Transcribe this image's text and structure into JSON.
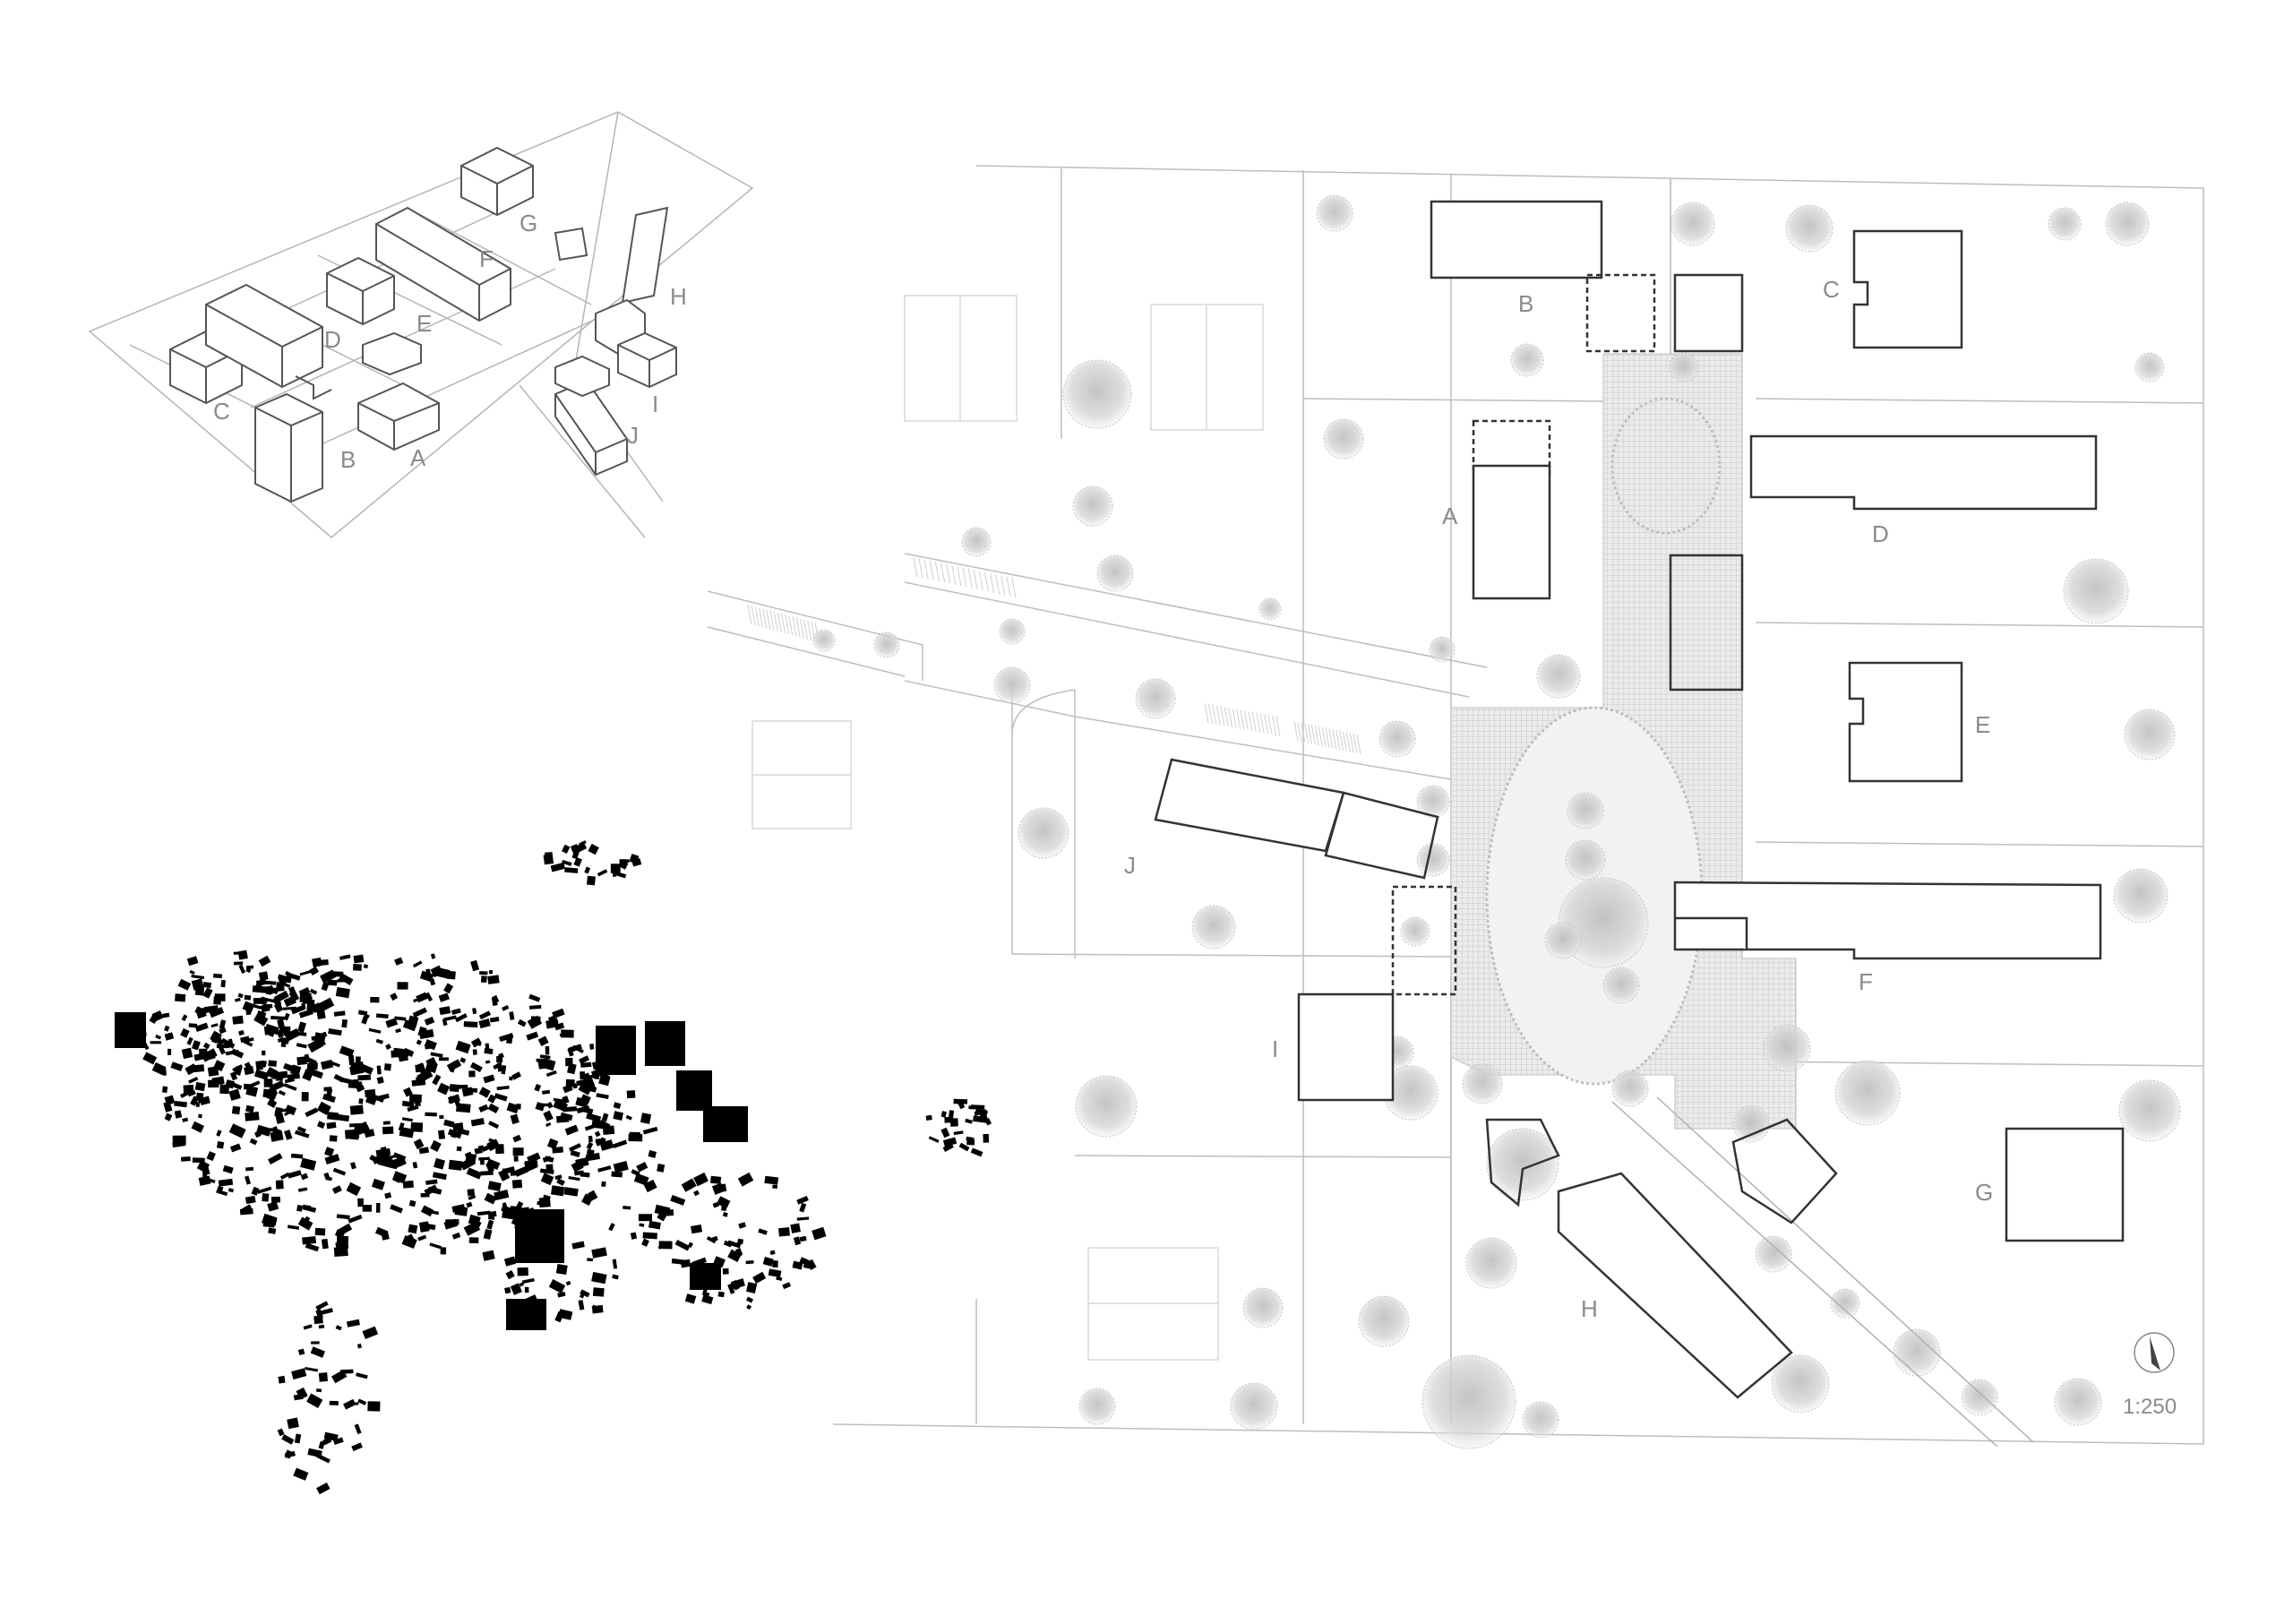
{
  "axonometric": {
    "labels": [
      "A",
      "B",
      "C",
      "D",
      "E",
      "F",
      "G",
      "H",
      "I",
      "J"
    ]
  },
  "site_plan": {
    "house_labels": [
      "A",
      "B",
      "C",
      "D",
      "E",
      "F",
      "G",
      "H",
      "I",
      "J"
    ],
    "scale": "1:250",
    "north_arrow_icon": "north-arrow-icon"
  },
  "figure_ground": {
    "icon": "town-figure-ground-map"
  },
  "colors": {
    "line": "#9a9a9a",
    "wall": "#3a3a3a",
    "building_fill": "#000000",
    "paving": "#d4d4d4",
    "tree": "#c8c8c8",
    "label": "#8a8a8a"
  }
}
